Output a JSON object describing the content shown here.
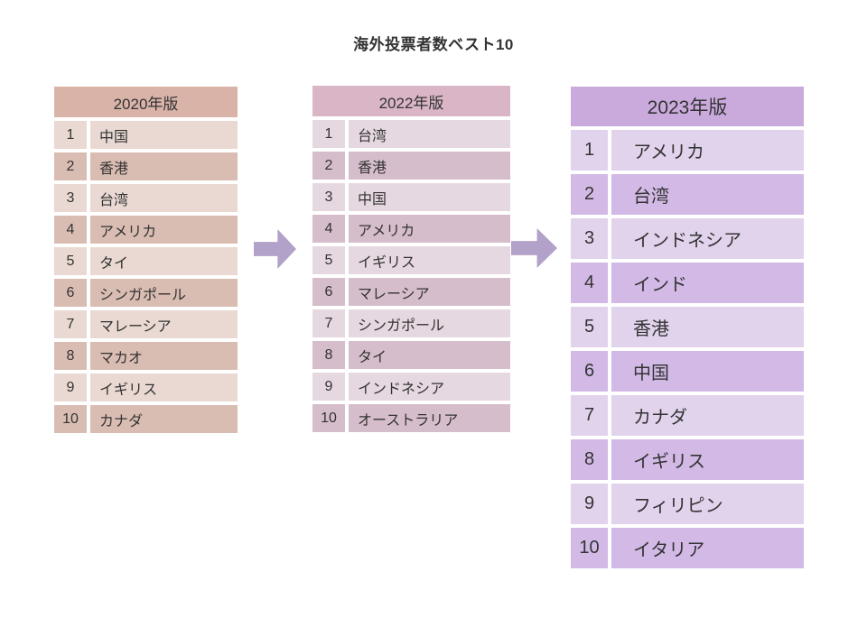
{
  "title": "海外投票者数ベスト10",
  "colors": {
    "background": "#ffffff",
    "text": "#333333",
    "arrow": "#b2a1c8"
  },
  "tables": [
    {
      "header": "2020年版",
      "colors": {
        "header": "#d9b3a8",
        "row_light": "#e9d9d2",
        "row_dark": "#dabdb2"
      },
      "rows": [
        {
          "rank": "1",
          "name": "中国"
        },
        {
          "rank": "2",
          "name": "香港"
        },
        {
          "rank": "3",
          "name": "台湾"
        },
        {
          "rank": "4",
          "name": "アメリカ"
        },
        {
          "rank": "5",
          "name": "タイ"
        },
        {
          "rank": "6",
          "name": "シンガポール"
        },
        {
          "rank": "7",
          "name": "マレーシア"
        },
        {
          "rank": "8",
          "name": "マカオ"
        },
        {
          "rank": "9",
          "name": "イギリス"
        },
        {
          "rank": "10",
          "name": "カナダ"
        }
      ]
    },
    {
      "header": "2022年版",
      "colors": {
        "header": "#d9b5c6",
        "row_light": "#e6d8e1",
        "row_dark": "#d6bdcb"
      },
      "rows": [
        {
          "rank": "1",
          "name": "台湾"
        },
        {
          "rank": "2",
          "name": "香港"
        },
        {
          "rank": "3",
          "name": "中国"
        },
        {
          "rank": "4",
          "name": "アメリカ"
        },
        {
          "rank": "5",
          "name": "イギリス"
        },
        {
          "rank": "6",
          "name": "マレーシア"
        },
        {
          "rank": "7",
          "name": "シンガポール"
        },
        {
          "rank": "8",
          "name": "タイ"
        },
        {
          "rank": "9",
          "name": "インドネシア"
        },
        {
          "rank": "10",
          "name": "オーストラリア"
        }
      ]
    },
    {
      "header": "2023年版",
      "colors": {
        "header": "#caaadd",
        "row_light": "#e2d3ed",
        "row_dark": "#d3bae6"
      },
      "rows": [
        {
          "rank": "1",
          "name": "アメリカ"
        },
        {
          "rank": "2",
          "name": "台湾"
        },
        {
          "rank": "3",
          "name": "インドネシア"
        },
        {
          "rank": "4",
          "name": "インド"
        },
        {
          "rank": "5",
          "name": "香港"
        },
        {
          "rank": "6",
          "name": "中国"
        },
        {
          "rank": "7",
          "name": "カナダ"
        },
        {
          "rank": "8",
          "name": "イギリス"
        },
        {
          "rank": "9",
          "name": "フィリピン"
        },
        {
          "rank": "10",
          "name": "イタリア"
        }
      ]
    }
  ]
}
